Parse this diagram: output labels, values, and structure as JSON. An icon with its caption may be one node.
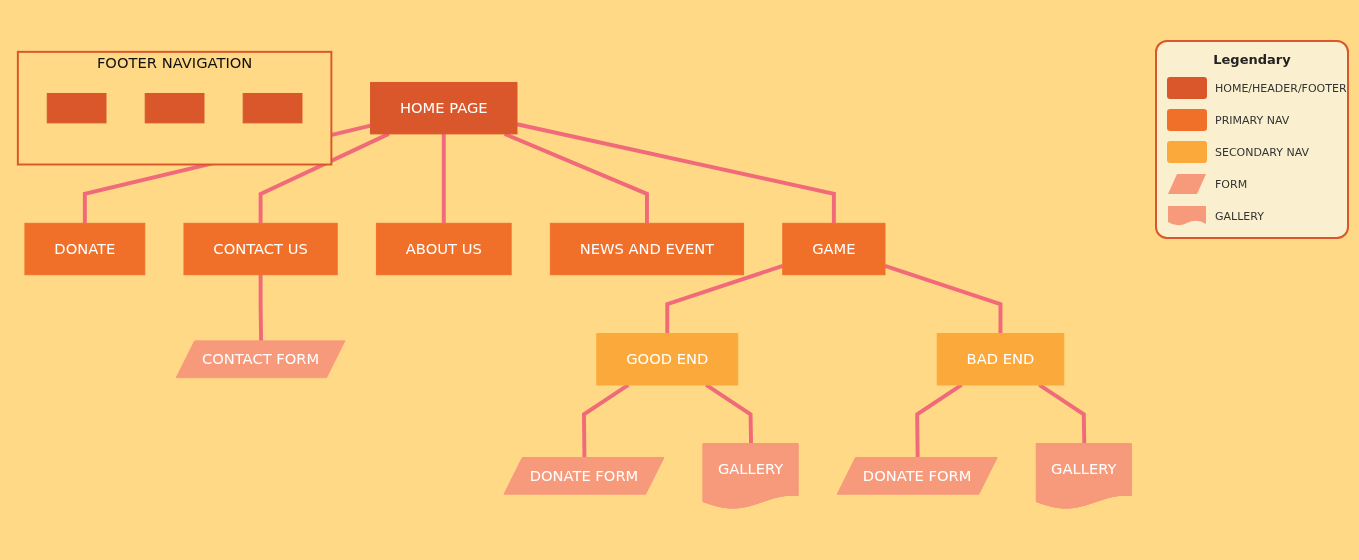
{
  "diagram": {
    "nodes": [
      {
        "text": [
          "HOME PAGE"
        ]
      },
      {
        "text": [
          "DONATE"
        ]
      },
      {
        "text": [
          "CONTACT US"
        ]
      },
      {
        "text": [
          "ABOUT US"
        ]
      },
      {
        "text": [
          "NEWS AND EVENT"
        ]
      },
      {
        "text": [
          "GAME"
        ]
      },
      {
        "text": [
          "CONTACT FORM"
        ]
      },
      {
        "text": [
          "GOOD END"
        ]
      },
      {
        "text": [
          "BAD END"
        ]
      },
      {
        "text": [
          "DONATE FORM"
        ]
      },
      {
        "text": [
          "GALLERY"
        ]
      },
      {
        "text": [
          "DONATE FORM"
        ]
      },
      {
        "text": [
          "GALLERY"
        ]
      },
      {
        "text": [
          "FOOTER NAVIGATION"
        ]
      },
      {
        "text": [],
        "shape": "box",
        "in": 13
      },
      {
        "text": [],
        "shape": "box",
        "in": 13
      },
      {
        "text": [],
        "shape": "box",
        "in": 13
      }
    ],
    "edges": [
      {
        "from": 0,
        "to": 1,
        "arrow": "none"
      },
      {
        "from": 0,
        "to": 2,
        "arrow": "none"
      },
      {
        "from": 0,
        "to": 3,
        "arrow": "none"
      },
      {
        "from": 0,
        "to": 4,
        "arrow": "none"
      },
      {
        "from": 0,
        "to": 5,
        "arrow": "none"
      },
      {
        "from": 2,
        "to": 6,
        "arrow": "none"
      },
      {
        "from": 5,
        "to": 7,
        "arrow": "none"
      },
      {
        "from": 5,
        "to": 8,
        "arrow": "none"
      },
      {
        "from": 7,
        "to": 9,
        "arrow": "none"
      },
      {
        "from": 7,
        "to": 10,
        "arrow": "none"
      },
      {
        "from": 8,
        "to": 11,
        "arrow": "none"
      },
      {
        "from": 8,
        "to": 12,
        "arrow": "none"
      }
    ],
    "labels": [
      "Legendary"
    ],
    "legend": [
      {
        "text": "HOME/HEADER/FOOTER",
        "color": "#d9572b"
      },
      {
        "text": "PRIMARY NAV",
        "color": "#f07029"
      },
      {
        "text": "SECONDARY NAV",
        "color": "#fba93a"
      },
      {
        "text": "FORM"
      },
      {
        "text": "GALLERY"
      }
    ]
  }
}
